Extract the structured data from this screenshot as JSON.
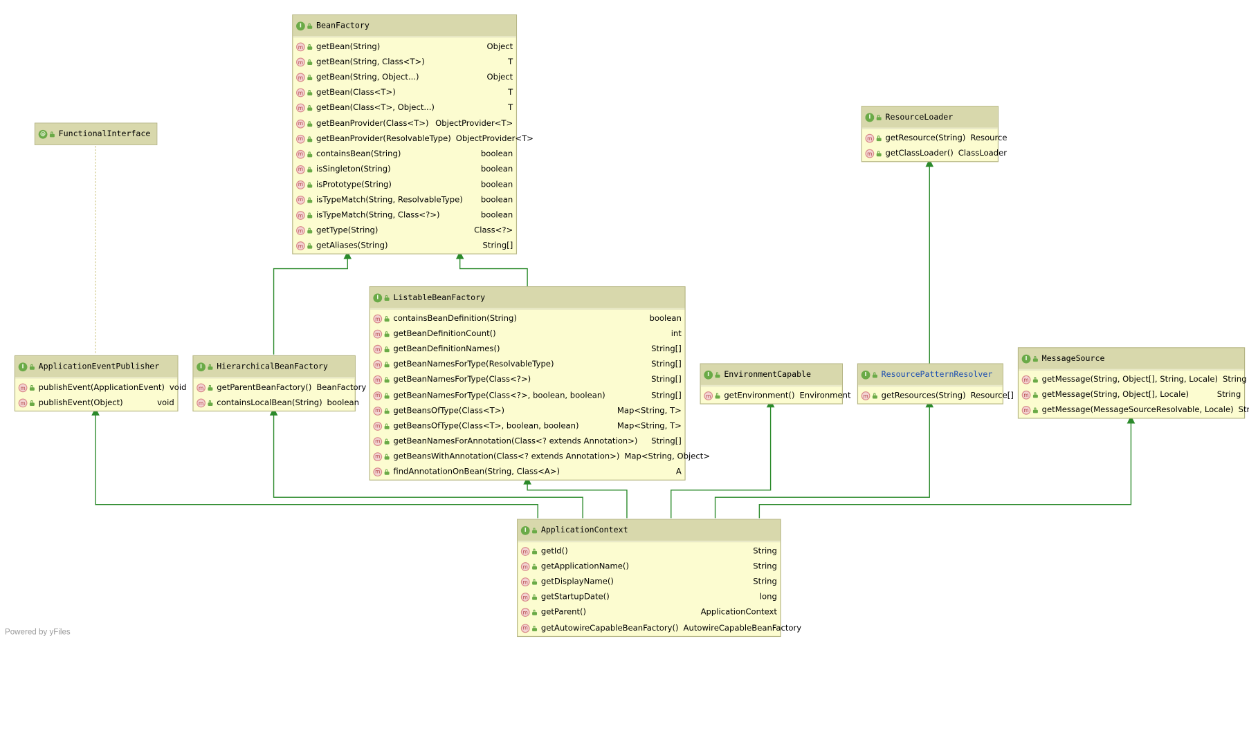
{
  "colors": {
    "edge": "#2b8a2b",
    "header": "#d8d8ac",
    "body": "#fcfcd0",
    "dotted": "#d6d09a"
  },
  "watermark": "Powered by yFiles",
  "nodes": {
    "bean_factory": {
      "name": "BeanFactory",
      "methods": [
        {
          "sig": "getBean(String)",
          "ret": "Object"
        },
        {
          "sig": "getBean(String, Class<T>)",
          "ret": "T"
        },
        {
          "sig": "getBean(String, Object...)",
          "ret": "Object"
        },
        {
          "sig": "getBean(Class<T>)",
          "ret": "T"
        },
        {
          "sig": "getBean(Class<T>, Object...)",
          "ret": "T"
        },
        {
          "sig": "getBeanProvider(Class<T>)",
          "ret": "ObjectProvider<T>"
        },
        {
          "sig": "getBeanProvider(ResolvableType)",
          "ret": "ObjectProvider<T>"
        },
        {
          "sig": "containsBean(String)",
          "ret": "boolean"
        },
        {
          "sig": "isSingleton(String)",
          "ret": "boolean"
        },
        {
          "sig": "isPrototype(String)",
          "ret": "boolean"
        },
        {
          "sig": "isTypeMatch(String, ResolvableType)",
          "ret": "boolean"
        },
        {
          "sig": "isTypeMatch(String, Class<?>)",
          "ret": "boolean"
        },
        {
          "sig": "getType(String)",
          "ret": "Class<?>"
        },
        {
          "sig": "getAliases(String)",
          "ret": "String[]"
        }
      ]
    },
    "functional_interface": {
      "name": "FunctionalInterface"
    },
    "resource_loader": {
      "name": "ResourceLoader",
      "methods": [
        {
          "sig": "getResource(String)",
          "ret": "Resource"
        },
        {
          "sig": "getClassLoader()",
          "ret": "ClassLoader"
        }
      ]
    },
    "listable_bean_factory": {
      "name": "ListableBeanFactory",
      "methods": [
        {
          "sig": "containsBeanDefinition(String)",
          "ret": "boolean"
        },
        {
          "sig": "getBeanDefinitionCount()",
          "ret": "int"
        },
        {
          "sig": "getBeanDefinitionNames()",
          "ret": "String[]"
        },
        {
          "sig": "getBeanNamesForType(ResolvableType)",
          "ret": "String[]"
        },
        {
          "sig": "getBeanNamesForType(Class<?>)",
          "ret": "String[]"
        },
        {
          "sig": "getBeanNamesForType(Class<?>, boolean, boolean)",
          "ret": "String[]"
        },
        {
          "sig": "getBeansOfType(Class<T>)",
          "ret": "Map<String, T>"
        },
        {
          "sig": "getBeansOfType(Class<T>, boolean, boolean)",
          "ret": "Map<String, T>"
        },
        {
          "sig": "getBeanNamesForAnnotation(Class<? extends Annotation>)",
          "ret": "String[]"
        },
        {
          "sig": "getBeansWithAnnotation(Class<? extends Annotation>)",
          "ret": "Map<String, Object>"
        },
        {
          "sig": "findAnnotationOnBean(String, Class<A>)",
          "ret": "A"
        }
      ]
    },
    "application_event_publisher": {
      "name": "ApplicationEventPublisher",
      "methods": [
        {
          "sig": "publishEvent(ApplicationEvent)",
          "ret": "void"
        },
        {
          "sig": "publishEvent(Object)",
          "ret": "void"
        }
      ]
    },
    "hierarchical_bean_factory": {
      "name": "HierarchicalBeanFactory",
      "methods": [
        {
          "sig": "getParentBeanFactory()",
          "ret": "BeanFactory"
        },
        {
          "sig": "containsLocalBean(String)",
          "ret": "boolean"
        }
      ]
    },
    "environment_capable": {
      "name": "EnvironmentCapable",
      "methods": [
        {
          "sig": "getEnvironment()",
          "ret": "Environment"
        }
      ]
    },
    "resource_pattern_resolver": {
      "name": "ResourcePatternResolver",
      "methods": [
        {
          "sig": "getResources(String)",
          "ret": "Resource[]"
        }
      ]
    },
    "message_source": {
      "name": "MessageSource",
      "methods": [
        {
          "sig": "getMessage(String, Object[], String, Locale)",
          "ret": "String"
        },
        {
          "sig": "getMessage(String, Object[], Locale)",
          "ret": "String"
        },
        {
          "sig": "getMessage(MessageSourceResolvable, Locale)",
          "ret": "String"
        }
      ]
    },
    "application_context": {
      "name": "ApplicationContext",
      "methods": [
        {
          "sig": "getId()",
          "ret": "String"
        },
        {
          "sig": "getApplicationName()",
          "ret": "String"
        },
        {
          "sig": "getDisplayName()",
          "ret": "String"
        },
        {
          "sig": "getStartupDate()",
          "ret": "long"
        },
        {
          "sig": "getParent()",
          "ret": "ApplicationContext"
        },
        {
          "sig": "getAutowireCapableBeanFactory()",
          "ret": "AutowireCapableBeanFactory"
        }
      ]
    }
  }
}
